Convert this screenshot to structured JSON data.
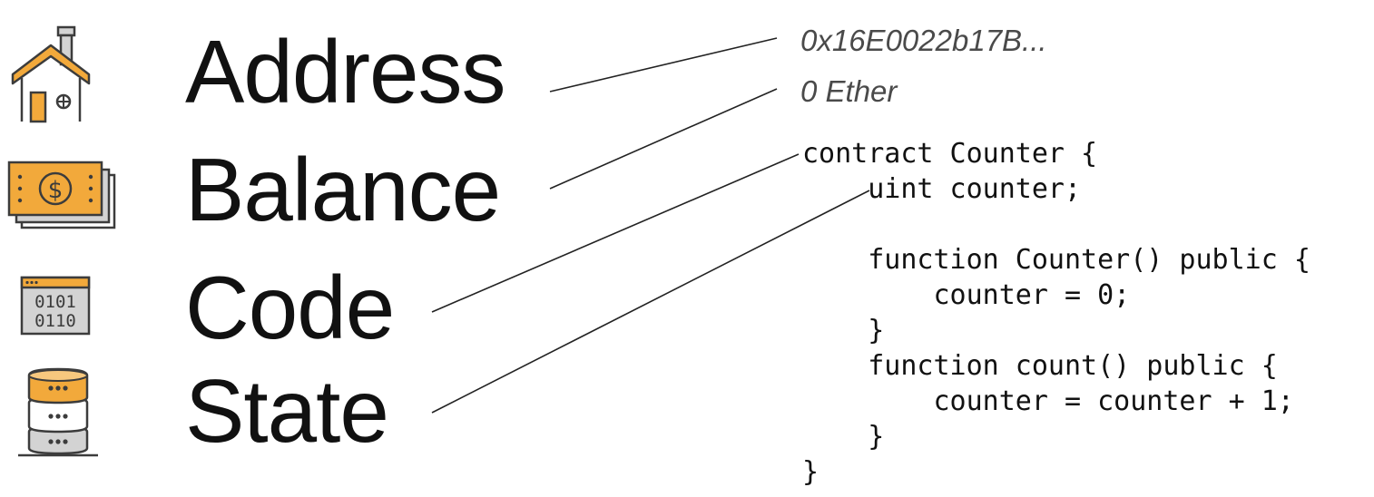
{
  "labels": {
    "address": "Address",
    "balance": "Balance",
    "code": "Code",
    "state": "State"
  },
  "values": {
    "address": "0x16E0022b17B...",
    "balance": "0 Ether"
  },
  "code_lines": [
    "contract Counter {",
    "    uint counter;",
    "",
    "    function Counter() public {",
    "        counter = 0;",
    "    }",
    "    function count() public {",
    "        counter = counter + 1;",
    "    }",
    "}"
  ],
  "colors": {
    "accent_orange": "#F2A93B",
    "gray_fill": "#D3D3D3",
    "outline": "#3C3C3C",
    "text": "#111111"
  },
  "icons": {
    "address": "house-icon",
    "balance": "money-stack-icon",
    "code": "binary-window-icon",
    "state": "database-icon"
  }
}
